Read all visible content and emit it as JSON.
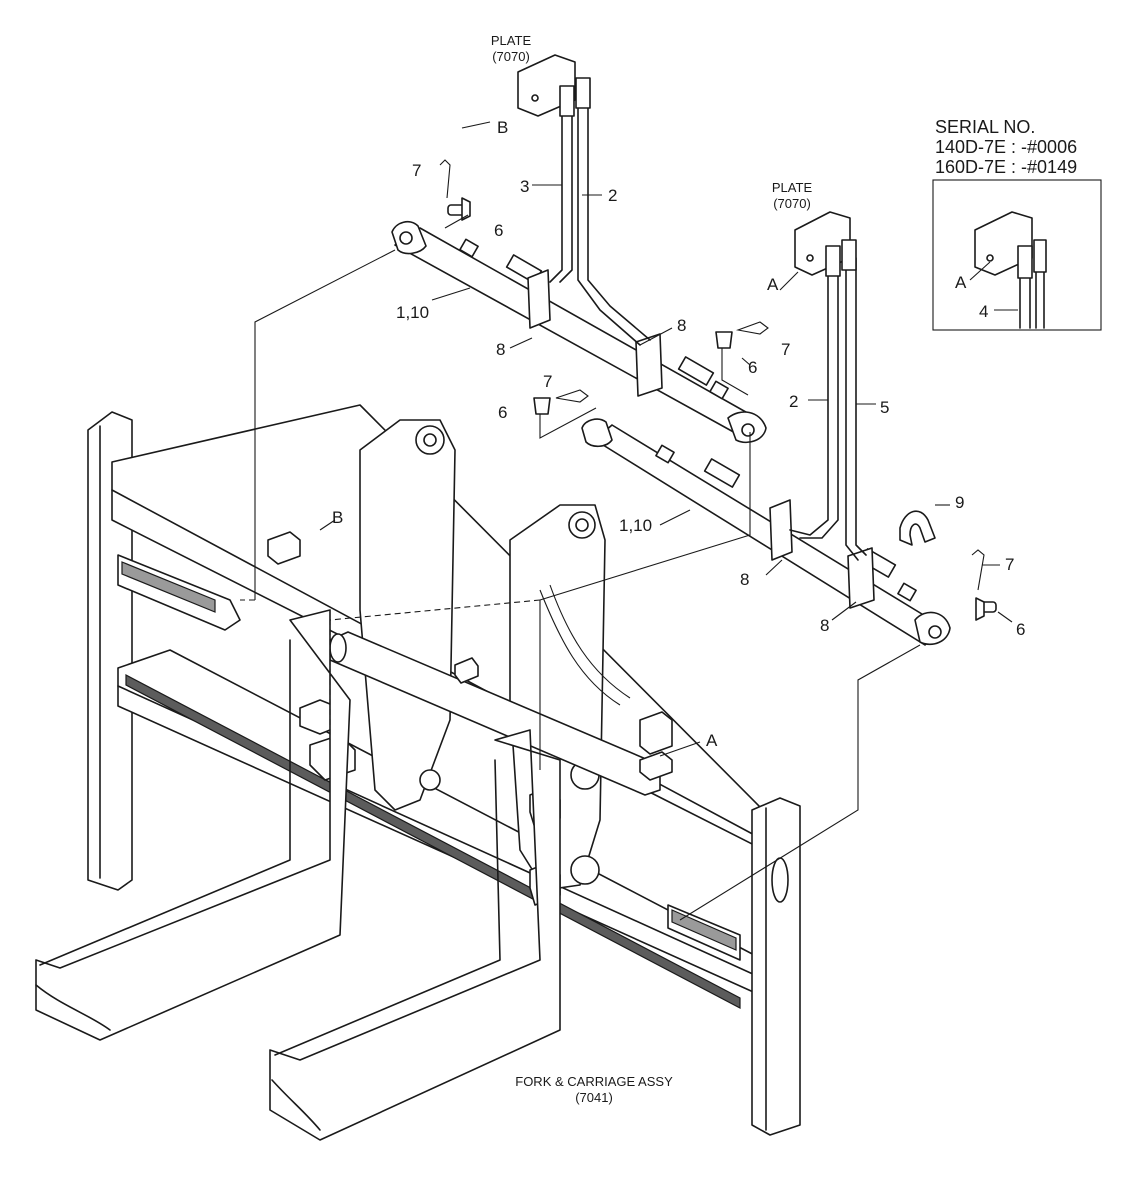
{
  "labels": {
    "plate_top": "PLATE",
    "plate_top_code": "(7070)",
    "plate_mid": "PLATE",
    "plate_mid_code": "(7070)",
    "serial_title": "SERIAL NO.",
    "serial_line1": "140D-7E : -#0006",
    "serial_line2": "160D-7E : -#0149",
    "fork_assy": "FORK & CARRIAGE ASSY",
    "fork_assy_code": "(7041)"
  },
  "callouts": {
    "b_top": "B",
    "n7_top": "7",
    "n3": "3",
    "n2_top": "2",
    "n6_top": "6",
    "n1_10_top": "1,10",
    "n8_left": "8",
    "n8_mid": "8",
    "n7_mid": "7",
    "n6_mid": "6",
    "a_plate": "A",
    "n2_mid": "2",
    "n5": "5",
    "n7_low": "7",
    "n6_low": "6",
    "b_frame": "B",
    "n1_10_low": "1,10",
    "n9": "9",
    "n8_low1": "8",
    "n8_low2": "8",
    "n7_right": "7",
    "n6_right": "6",
    "a_frame": "A",
    "a_inset": "A",
    "n4_inset": "4"
  }
}
